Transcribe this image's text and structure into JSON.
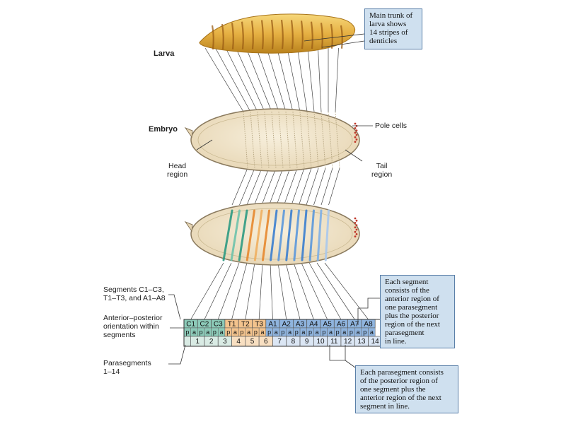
{
  "labels": {
    "larva": "Larva",
    "embryo": "Embryo",
    "pole_cells": "Pole cells",
    "head_region": [
      "Head",
      "region"
    ],
    "tail_region": [
      "Tail",
      "region"
    ],
    "segments_label": [
      "Segments C1–C3,",
      "T1–T3, and A1–A8"
    ],
    "orientation_label": [
      "Anterior–posterior",
      "orientation within",
      "segments"
    ],
    "parasegments_label": [
      "Parasegments",
      "1–14"
    ]
  },
  "callouts": {
    "larva": [
      "Main trunk of",
      "larva shows",
      "14 stripes of",
      "denticles"
    ],
    "segment": [
      "Each segment",
      "consists of the",
      "anterior region of",
      "one parasegment",
      "plus the posterior",
      "region of the next",
      "parasegment",
      "in line."
    ],
    "parasegment": [
      "Each parasegment consists",
      "of the posterior region of",
      "one segment plus the",
      "anterior region of the next",
      "segment in line."
    ]
  },
  "segments": [
    "C1",
    "C2",
    "C3",
    "T1",
    "T2",
    "T3",
    "A1",
    "A2",
    "A3",
    "A4",
    "A5",
    "A6",
    "A7",
    "A8"
  ],
  "ap_letters": [
    "p",
    "a",
    "p",
    "a",
    "p",
    "a",
    "p",
    "a",
    "p",
    "a",
    "p",
    "a",
    "p",
    "a",
    "p",
    "a",
    "p",
    "a",
    "p",
    "a",
    "p",
    "a",
    "p",
    "a",
    "p",
    "a",
    "p",
    "a",
    "p",
    "a"
  ],
  "parasegments": [
    "1",
    "2",
    "3",
    "4",
    "5",
    "6",
    "7",
    "8",
    "9",
    "10",
    "11",
    "12",
    "13",
    "14"
  ],
  "colors": {
    "head_group": "#8ccab8",
    "thorax_group": "#f3c38d",
    "abdomen_group": "#8fb4de",
    "callout_bg": "#cfe0ef",
    "embryo_fill": "#f1e6cf",
    "larva_fill": "#e8b647"
  }
}
